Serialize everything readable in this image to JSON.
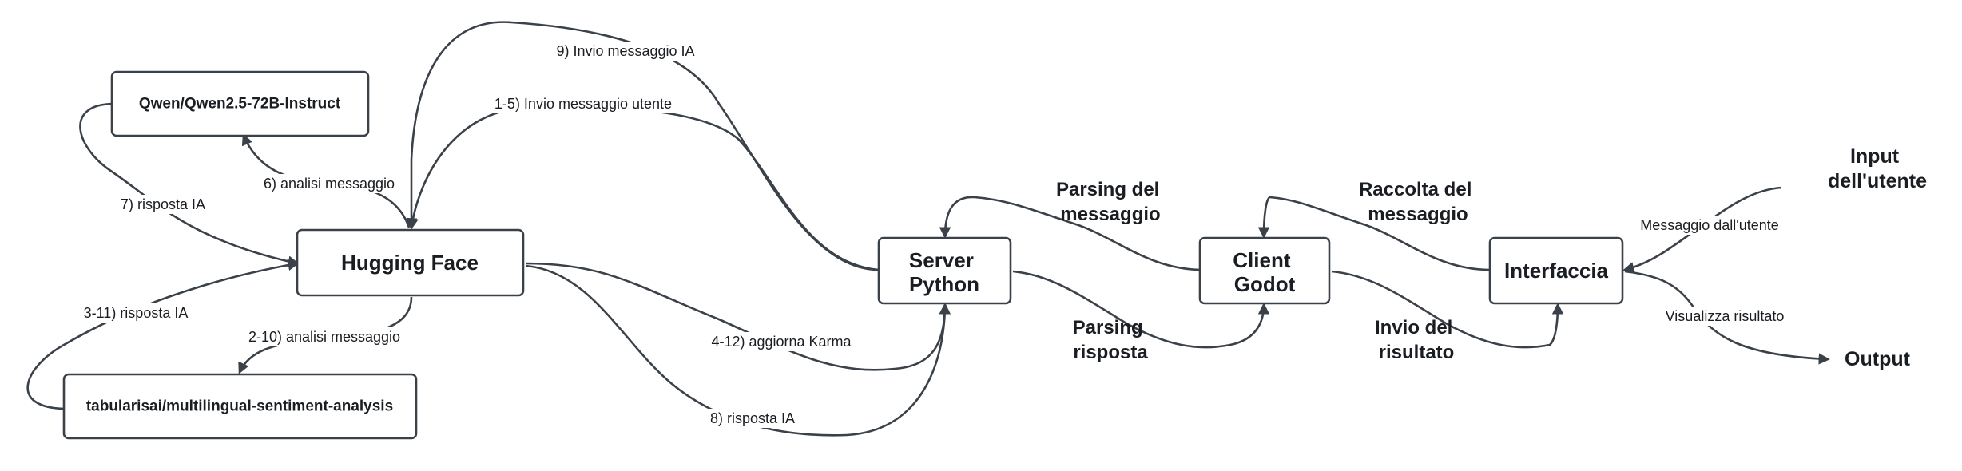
{
  "colors": {
    "stroke": "#3b4149",
    "text": "#1a1d21",
    "background": "#ffffff"
  },
  "nodes": {
    "qwen": "Qwen/Qwen2.5-72B-Instruct",
    "hugging_face": "Hugging Face",
    "sentiment": "tabularisai/multilingual-sentiment-analysis",
    "server": [
      "Server",
      "Python"
    ],
    "client": [
      "Client",
      "Godot"
    ],
    "interfaccia": "Interfaccia",
    "input": [
      "Input",
      "dell'utente"
    ],
    "output": "Output"
  },
  "edge_labels": {
    "invio_ia": "9) Invio messaggio IA",
    "invio_utente": "1-5) Invio messaggio utente",
    "analisi_qwen": "6) analisi messaggio",
    "risposta_qwen": "7) risposta IA",
    "risposta_sentiment": "3-11) risposta IA",
    "analisi_sentiment": "2-10) analisi messaggio",
    "aggiorna_karma": "4-12) aggiorna Karma",
    "risposta_server": "8) risposta IA",
    "msg_utente": "Messaggio dall'utente",
    "visualizza": "Visualizza risultato"
  },
  "flow_labels": {
    "parsing_messaggio": [
      "Parsing del",
      "messaggio"
    ],
    "parsing_risposta": [
      "Parsing",
      "risposta"
    ],
    "raccolta": [
      "Raccolta del",
      "messaggio"
    ],
    "invio_risultato": [
      "Invio del",
      "risultato"
    ]
  }
}
